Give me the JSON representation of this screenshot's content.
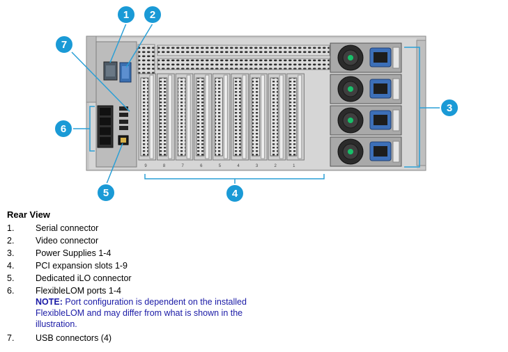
{
  "diagram": {
    "callouts": [
      "1",
      "2",
      "3",
      "4",
      "5",
      "6",
      "7"
    ],
    "slot_labels": [
      "9",
      "8",
      "7",
      "6",
      "5",
      "4",
      "3",
      "2",
      "1"
    ],
    "callout_color": "#1a9ad6",
    "leader_color": "#2a9fd6"
  },
  "legend": {
    "title": "Rear View",
    "items": [
      {
        "num": "1.",
        "text": "Serial connector"
      },
      {
        "num": "2.",
        "text": "Video connector"
      },
      {
        "num": "3.",
        "text": "Power Supplies 1-4"
      },
      {
        "num": "4.",
        "text": "PCI expansion slots 1-9"
      },
      {
        "num": "5.",
        "text": "Dedicated iLO connector"
      },
      {
        "num": "6.",
        "text": "FlexibleLOM ports 1-4"
      },
      {
        "num": "7.",
        "text": "USB connectors (4)"
      }
    ],
    "note_label": "NOTE:",
    "note_text": " Port configuration is dependent on the installed FlexibleLOM and may differ from what is shown in the illustration."
  }
}
